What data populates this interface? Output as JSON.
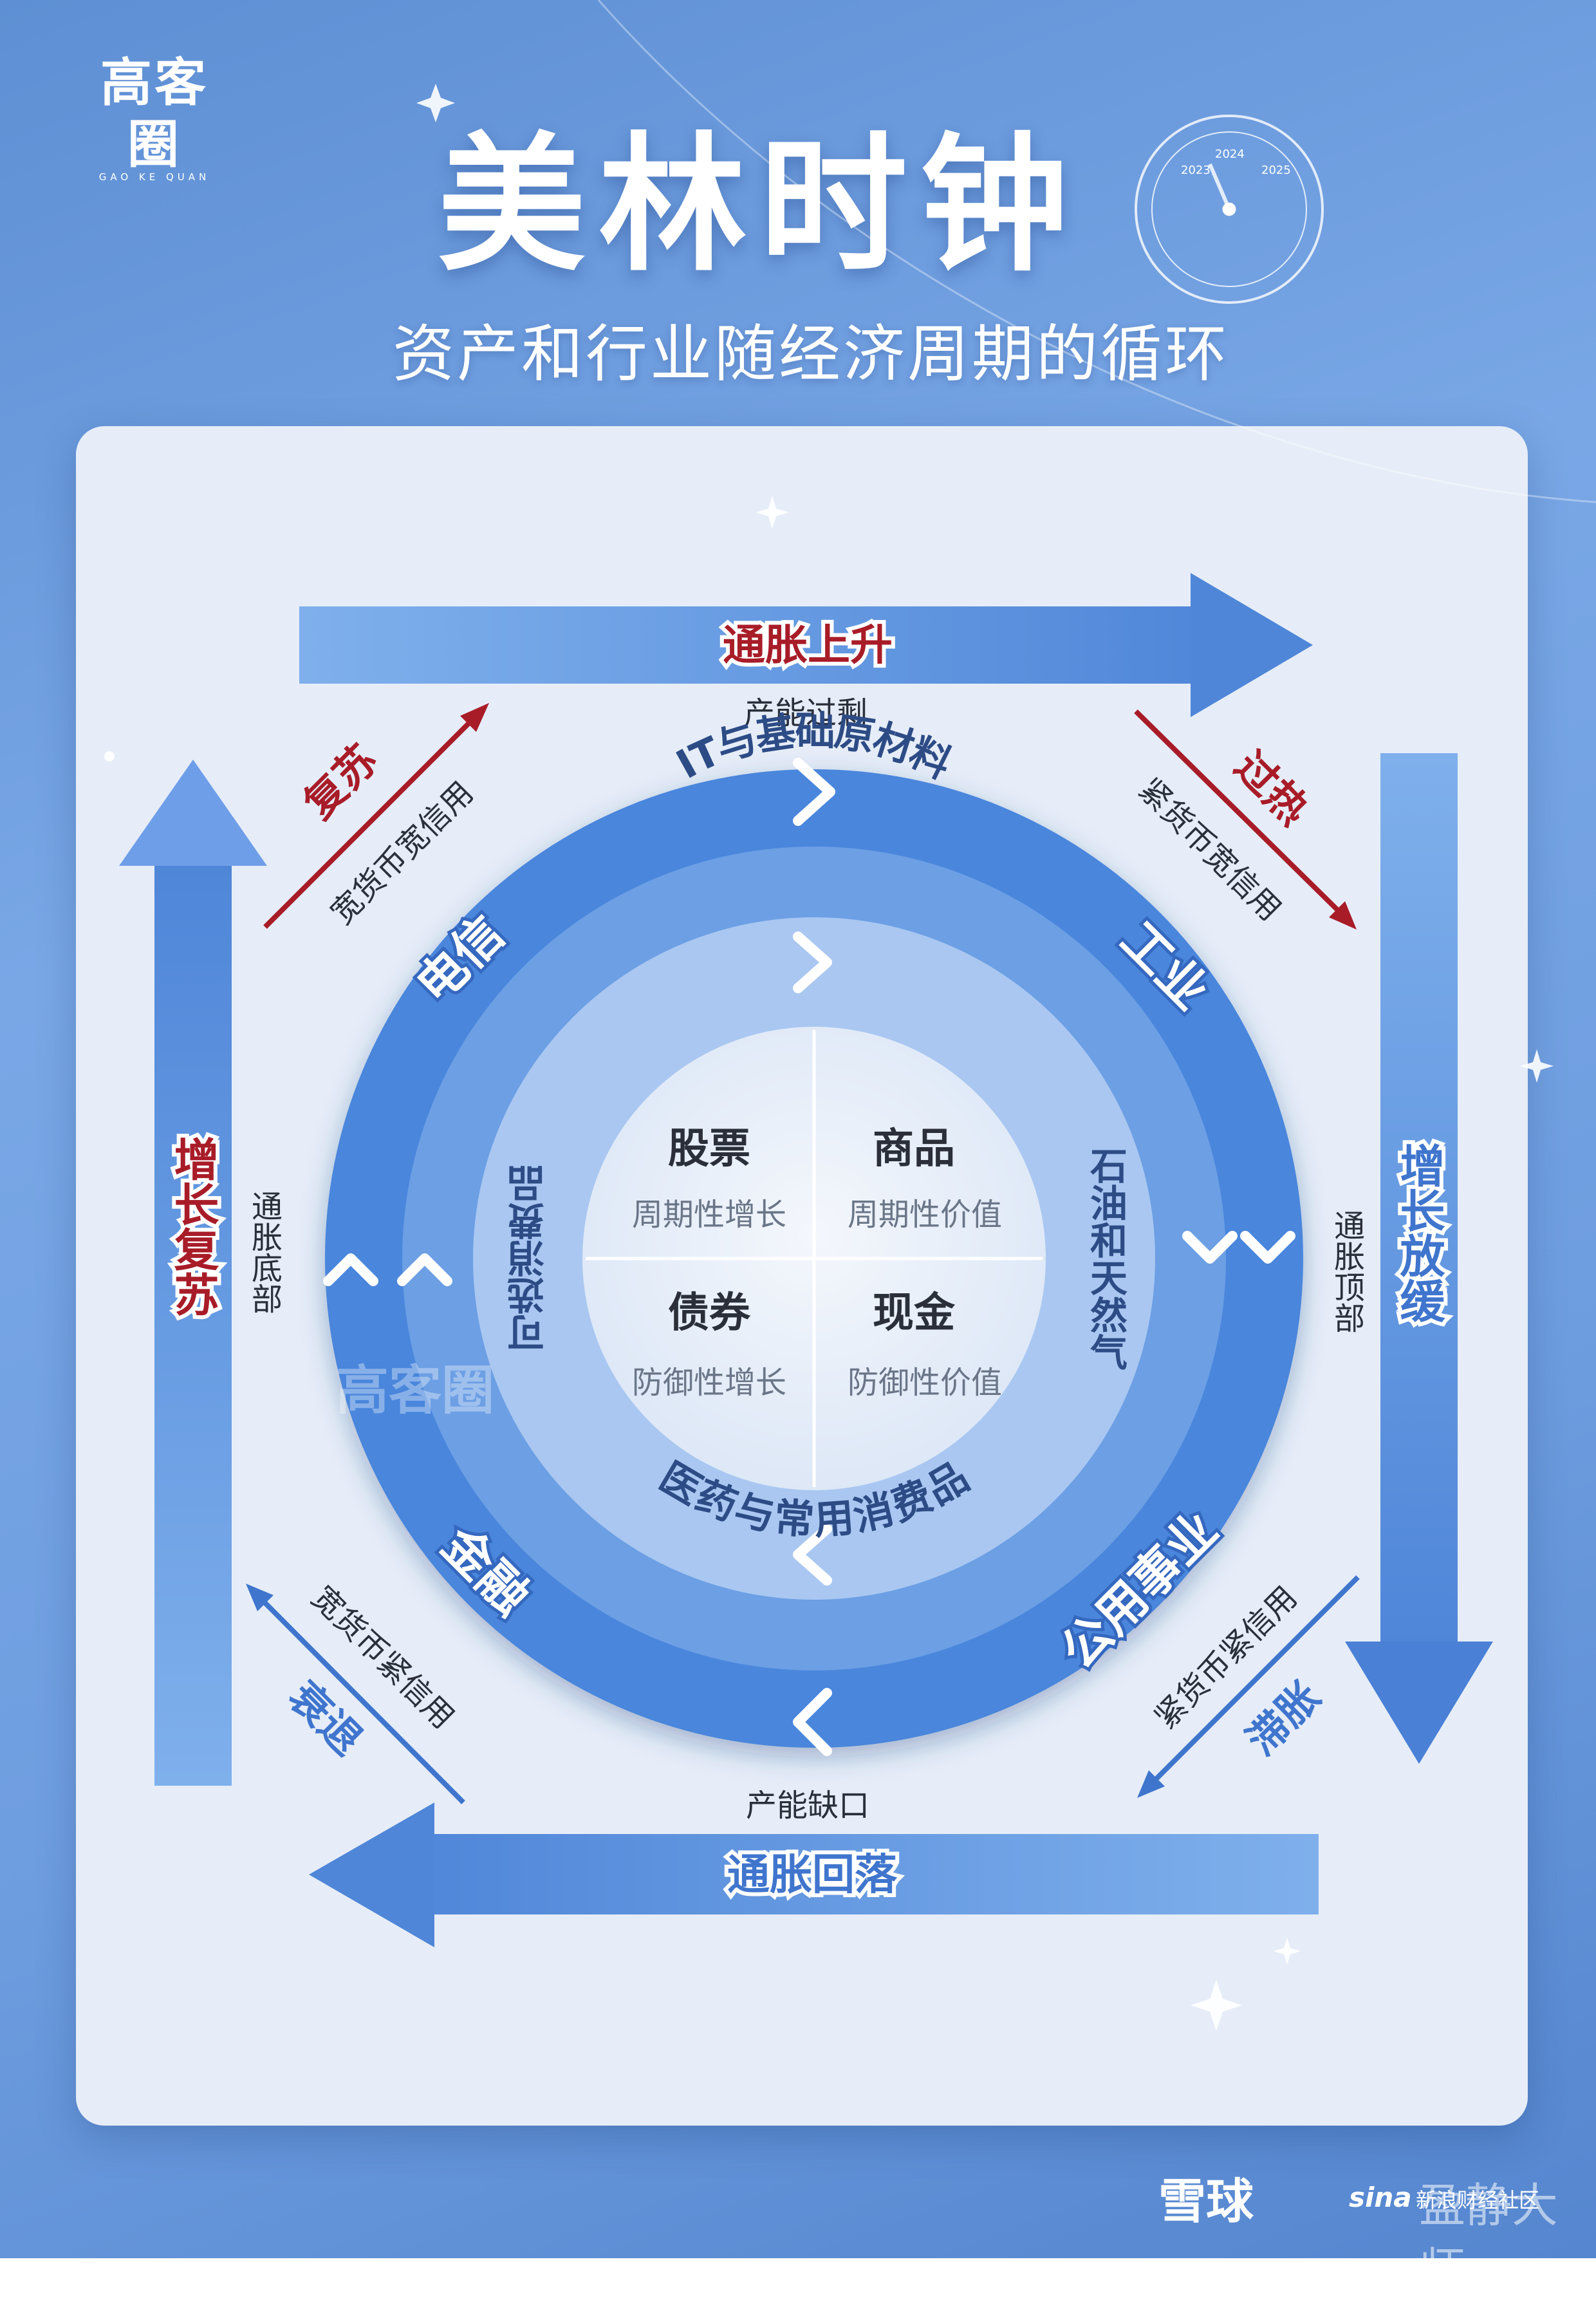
{
  "brand": {
    "logo": "高客圈",
    "logo_sub": "GAO KE QUAN"
  },
  "header": {
    "title": "美林时钟",
    "subtitle": "资产和行业随经济周期的循环",
    "clock_years": [
      "2023",
      "2024",
      "2025"
    ]
  },
  "arrows": {
    "top": "通胀上升",
    "bottom": "通胀回落",
    "left": "增长复苏",
    "right": "增长放缓"
  },
  "edge_labels": {
    "top": "产能过剩",
    "bottom": "产能缺口",
    "left": "通胀底部",
    "right": "通胀顶部"
  },
  "phases": {
    "recovery": {
      "name": "复苏",
      "policy": "宽货币宽信用"
    },
    "overheat": {
      "name": "过热",
      "policy": "紧货币宽信用"
    },
    "stagflation": {
      "name": "滞胀",
      "policy": "紧货币紧信用"
    },
    "recession": {
      "name": "衰退",
      "policy": "宽货币紧信用"
    }
  },
  "outer_ring": {
    "top_left": "电信",
    "top_right": "工业",
    "bottom_right": "公用事业",
    "bottom_left": "金融"
  },
  "middle_ring": {
    "top": "IT与基础原材料",
    "right": "石油和天然气",
    "bottom": "医药与常用消费品",
    "left": "可选消费品"
  },
  "quadrants": [
    {
      "asset": "股票",
      "desc": "周期性增长"
    },
    {
      "asset": "商品",
      "desc": "周期性价值"
    },
    {
      "asset": "债券",
      "desc": "防御性增长"
    },
    {
      "asset": "现金",
      "desc": "防御性价值"
    }
  ],
  "watermark": "高客圈",
  "footer": {
    "platform": "雪球",
    "sina": "sina",
    "community": "新浪财经社区",
    "author": "盈静大师"
  },
  "colors": {
    "dark_red": "#a81c28",
    "accent_blue": "#3f75cd",
    "ring_outer": "#4a86dc",
    "ring_middle": "#6c9fe4",
    "ring_inner": "#a9c7f1",
    "center": "#e9eff9",
    "arrow_fill": "#6f9ee8"
  }
}
